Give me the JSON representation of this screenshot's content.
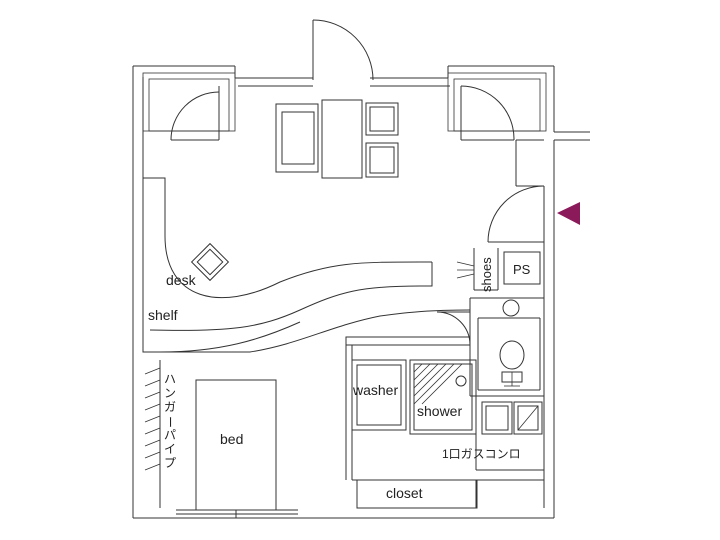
{
  "floor_plan": {
    "labels": {
      "desk": "desk",
      "shelf": "shelf",
      "hanger_pipe": [
        "ハ",
        "ン",
        "ガ",
        "ー",
        "パ",
        "イ",
        "プ"
      ],
      "bed": "bed",
      "shoes": "shoes",
      "ps": "PS",
      "washer": "washer",
      "shower": "shower",
      "gas_stove": "1口ガスコンロ",
      "closet": "closet"
    },
    "colors": {
      "entrance_marker": "#8a1a5a",
      "line": "#333333",
      "background": "#ffffff"
    },
    "icons": [
      "entrance-arrow-icon",
      "toilet-icon",
      "shower-drain-icon"
    ]
  }
}
